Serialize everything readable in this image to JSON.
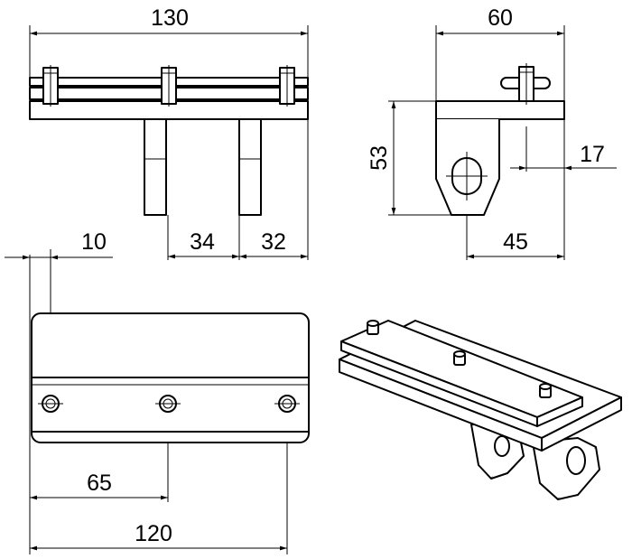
{
  "dimensions": {
    "front_width": "130",
    "side_width": "60",
    "side_height": "53",
    "side_offset": "17",
    "side_base": "45",
    "front_left_gap": "34",
    "front_right_gap": "32",
    "top_left_offset": "10",
    "top_middle": "65",
    "top_total": "120"
  }
}
